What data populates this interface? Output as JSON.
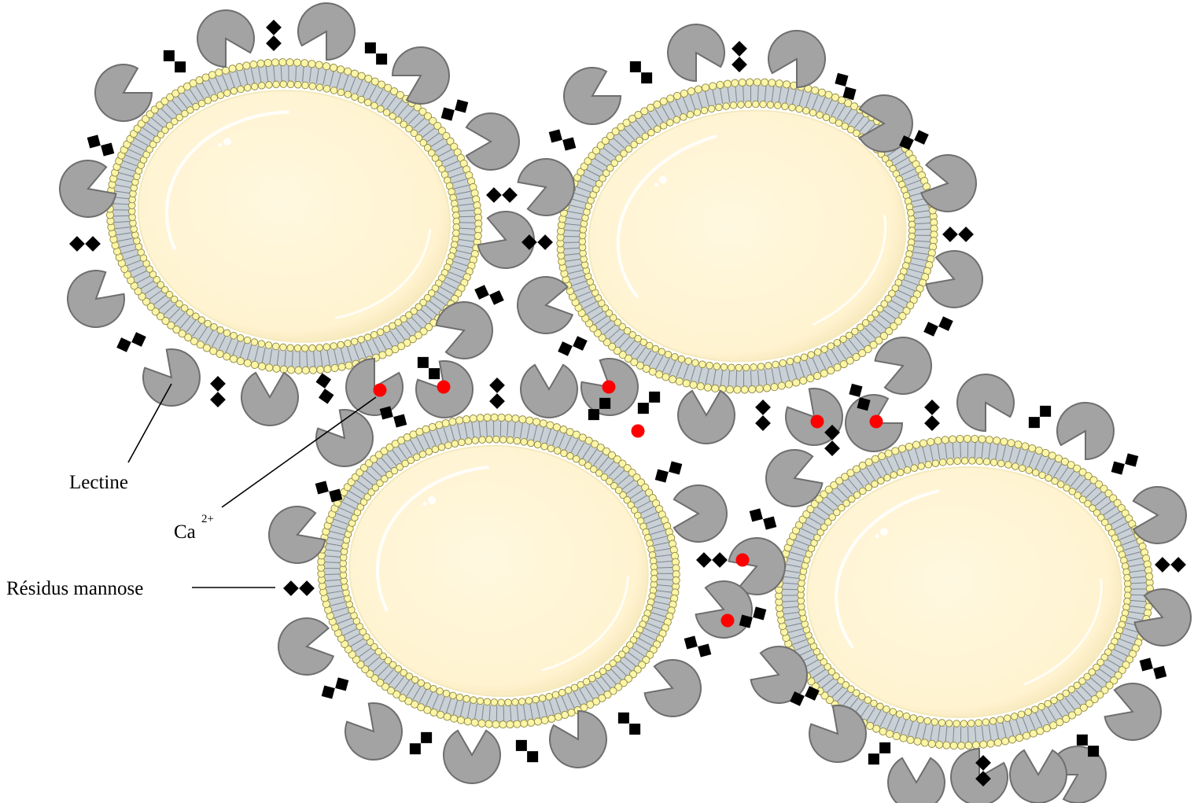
{
  "labels": {
    "lectin": "Lectine",
    "calcium": "Ca",
    "calcium_charge": "2+",
    "mannose": "Résidus mannose"
  },
  "colors": {
    "background": "#ffffff",
    "cell_fill": "#fff5d8",
    "cell_rim": "#f5e9bf",
    "lipid_head_fill": "#fbf5a8",
    "lipid_head_stroke": "#8f8640",
    "membrane_band": "#c9d0d6",
    "lectin_fill": "#a3a3a3",
    "lectin_stroke": "#6e6e6e",
    "mannose_fill": "#000000",
    "calcium_fill": "#ff0000",
    "line": "#000000"
  },
  "icons": [
    "lipid-bilayer-icon",
    "lectin-icon",
    "mannose-residue-icon",
    "calcium-ion-icon"
  ]
}
